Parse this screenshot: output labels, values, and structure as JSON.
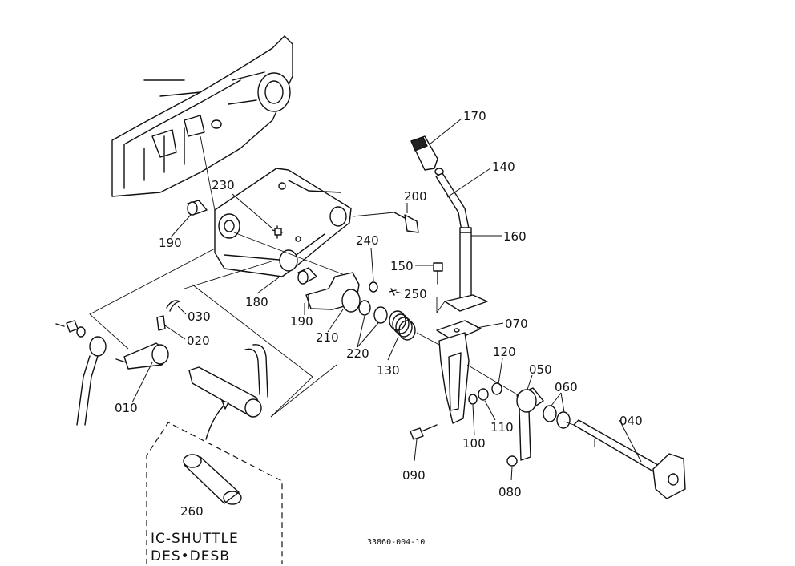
{
  "callouts": {
    "p010": "010",
    "p020": "020",
    "p030": "030",
    "p040": "040",
    "p050": "050",
    "p060": "060",
    "p070": "070",
    "p080": "080",
    "p090": "090",
    "p100": "100",
    "p110": "110",
    "p120": "120",
    "p130": "130",
    "p140": "140",
    "p150": "150",
    "p160": "160",
    "p170": "170",
    "p180": "180",
    "p190a": "190",
    "p190b": "190",
    "p200": "200",
    "p210": "210",
    "p220": "220",
    "p230": "230",
    "p240": "240",
    "p250": "250",
    "p260": "260"
  },
  "variant_box": {
    "line1": "IC-SHUTTLE",
    "line2": "DES•DESB"
  },
  "figure_code": "33860-004-10"
}
